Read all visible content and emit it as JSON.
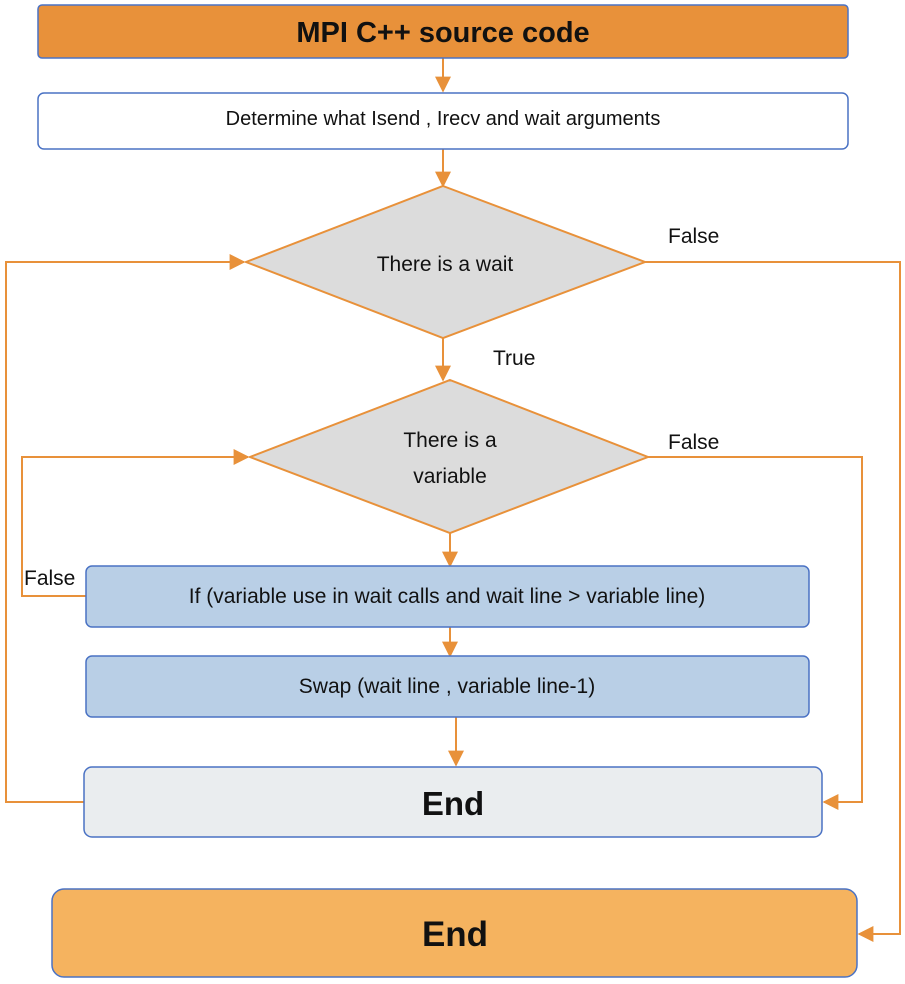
{
  "colors": {
    "accent": "#e8913a",
    "line": "#e8913a",
    "box_border": "#4a72c4",
    "orange_fill": "#e8913a",
    "light_orange_fill": "#f5b35f",
    "decision_fill": "#dcdcdc",
    "blue_fill": "#b9cfe6",
    "gray_fill": "#eaedef",
    "text": "#111111"
  },
  "nodes": {
    "start": {
      "label": "MPI C++ source code"
    },
    "determine": {
      "label": "Determine what Isend , Irecv and wait arguments"
    },
    "decision_wait": {
      "label": "There is a wait"
    },
    "decision_variable": {
      "label_line1": "There is a",
      "label_line2": "variable"
    },
    "condition": {
      "label": "If (variable use in wait calls and wait line > variable line)"
    },
    "swap": {
      "label": "Swap (wait line , variable line-1)"
    },
    "end_inner": {
      "label": "End"
    },
    "end_outer": {
      "label": "End"
    }
  },
  "edge_labels": {
    "wait_false": "False",
    "wait_true": "True",
    "variable_false": "False",
    "condition_false": "False"
  }
}
